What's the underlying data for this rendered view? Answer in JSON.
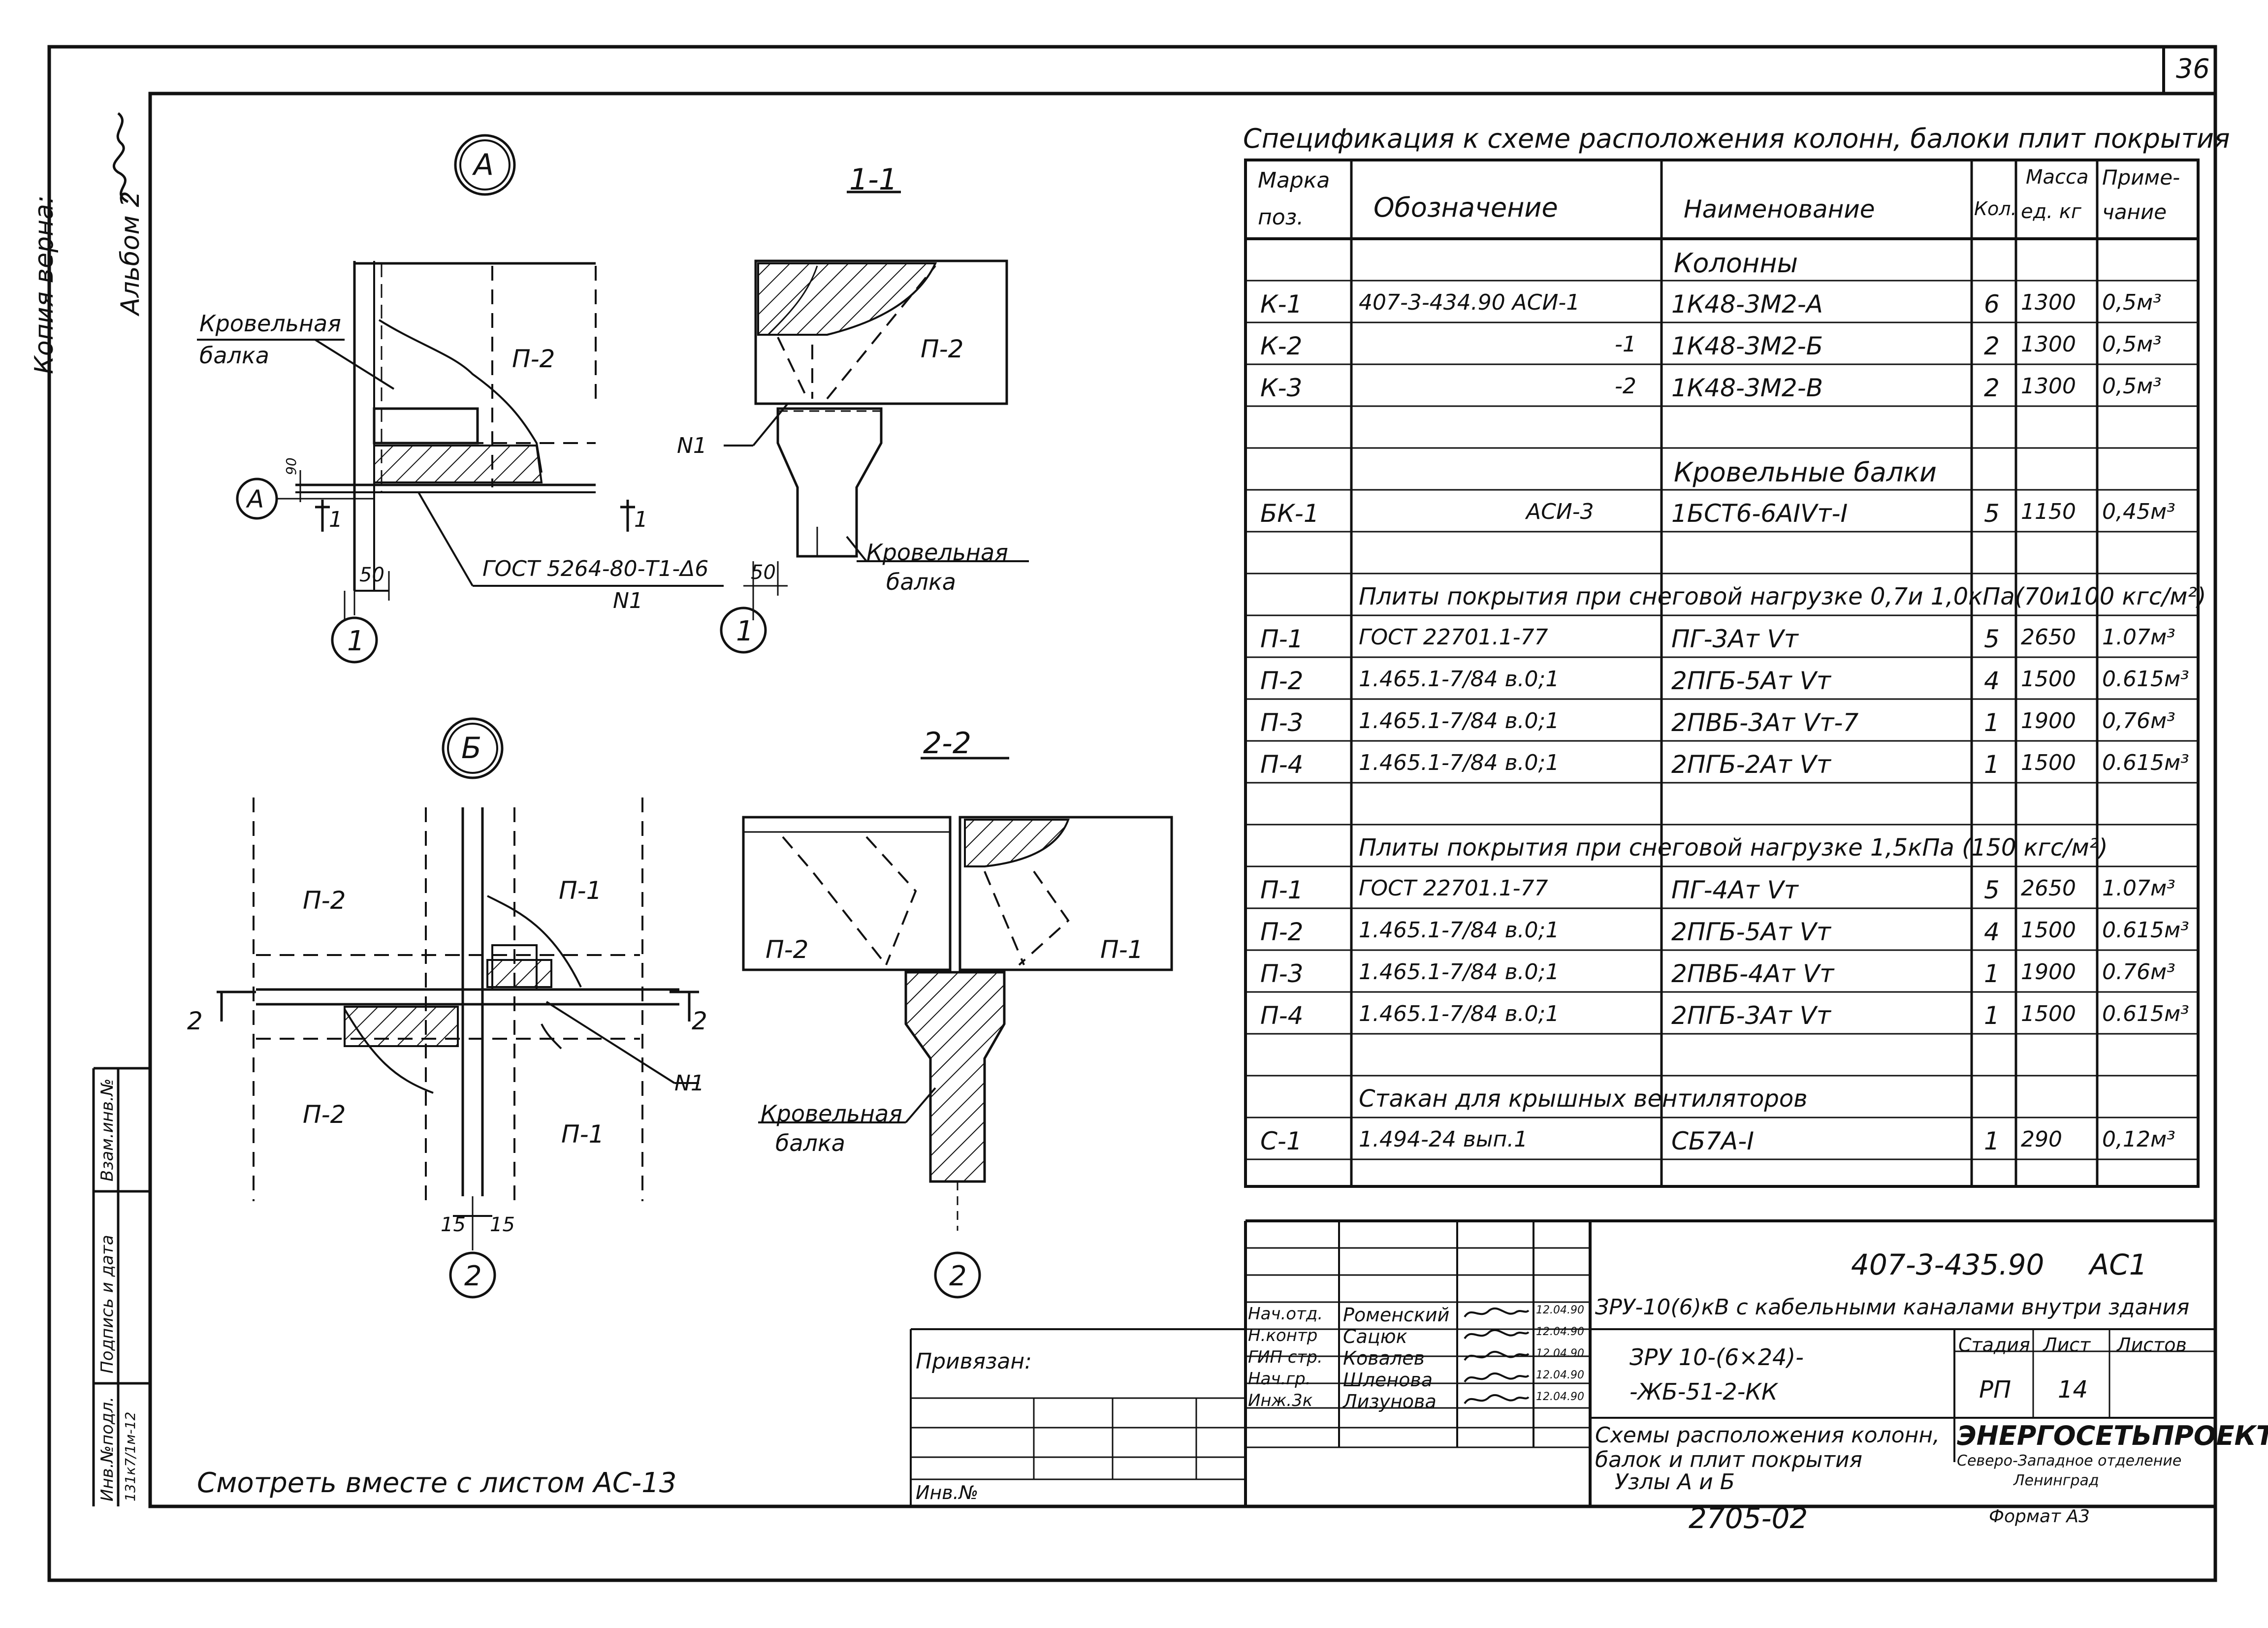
{
  "sheet_number": "36",
  "margin_left": {
    "copy_note": "Копия верна:",
    "album": "Альбом 2"
  },
  "stamp_side": {
    "inv_podl": "Инв.№подл.",
    "podpis_data": "Подпись и дата",
    "vzam_inv": "Взам.инв.№",
    "inv_value": "131к7/1м-12"
  },
  "details": {
    "A": {
      "circle": "A",
      "beam_label_1": "Кровельная",
      "beam_label_2": "балка",
      "slab": "П-2",
      "axis_a": "A",
      "dim_50": "50",
      "dim_90": "90",
      "gost_1": "ГОСТ 5264-80-Т1-Δ6",
      "gost_2": "N1",
      "axis_1": "1",
      "cut_mark_left": "1",
      "cut_mark_right": "1"
    },
    "sec_1_1": {
      "title": "1-1",
      "slab": "П-2",
      "n1": "N1",
      "beam_1": "Кровельная",
      "beam_2": "балка",
      "dim_50": "50",
      "axis_1": "1"
    },
    "B": {
      "circle": "Б",
      "slab_tl": "П-2",
      "slab_tr": "П-1",
      "slab_bl": "П-2",
      "slab_br": "П-1",
      "cut_left": "2",
      "cut_right": "2",
      "n1": "N1",
      "dim_15a": "15",
      "dim_15b": "15",
      "axis_2": "2"
    },
    "sec_2_2": {
      "title": "2-2",
      "slab_left": "П-2",
      "slab_right": "П-1",
      "beam_1": "Кровельная",
      "beam_2": "балка",
      "axis_2": "2"
    }
  },
  "see_also": "Смотреть вместе с листом АС-13",
  "spec": {
    "title": "Спецификация к схеме расположения колонн, балоки плит покрытия",
    "headers": {
      "mark_1": "Марка",
      "mark_2": "поз.",
      "designation": "Обозначение",
      "name": "Наименование",
      "qty": "Кол.",
      "mass_1": "Масса",
      "mass_2": "ед. кг",
      "note_1": "Приме-",
      "note_2": "чание"
    },
    "rows": [
      {
        "mark": "",
        "doc": "",
        "name": "Колонны",
        "qty": "",
        "mass": "",
        "note": "",
        "kind": "section"
      },
      {
        "mark": "К-1",
        "doc": "407-3-434.90      АСИ-1",
        "name": "1К48-3М2-А",
        "qty": "6",
        "mass": "1300",
        "note": "0,5м³"
      },
      {
        "mark": "К-2",
        "doc": "-1",
        "name": "1К48-3М2-Б",
        "qty": "2",
        "mass": "1300",
        "note": "0,5м³"
      },
      {
        "mark": "К-3",
        "doc": "-2",
        "name": "1К48-3М2-В",
        "qty": "2",
        "mass": "1300",
        "note": "0,5м³"
      },
      {
        "mark": "",
        "doc": "",
        "name": "",
        "qty": "",
        "mass": "",
        "note": ""
      },
      {
        "mark": "",
        "doc": "",
        "name": "Кровельные балки",
        "qty": "",
        "mass": "",
        "note": "",
        "kind": "section"
      },
      {
        "mark": "БК-1",
        "doc": "АСИ-3",
        "name": "1БСТ6-6АIVт-I",
        "qty": "5",
        "mass": "1150",
        "note": "0,45м³"
      },
      {
        "mark": "",
        "doc": "",
        "name": "",
        "qty": "",
        "mass": "",
        "note": ""
      },
      {
        "mark": "",
        "doc": "Плиты покрытия при снеговой нагрузке 0,7и 1,0кПа(70и100 кгс/м²)",
        "name": "",
        "qty": "",
        "mass": "",
        "note": "",
        "kind": "wide"
      },
      {
        "mark": "П-1",
        "doc": "ГОСТ 22701.1-77",
        "name": "ПГ-3Ат Vт",
        "qty": "5",
        "mass": "2650",
        "note": "1.07м³"
      },
      {
        "mark": "П-2",
        "doc": "1.465.1-7/84  в.0;1",
        "name": "2ПГБ-5Ат Vт",
        "qty": "4",
        "mass": "1500",
        "note": "0.615м³"
      },
      {
        "mark": "П-3",
        "doc": "1.465.1-7/84  в.0;1",
        "name": "2ПВБ-3Ат Vт-7",
        "qty": "1",
        "mass": "1900",
        "note": "0,76м³"
      },
      {
        "mark": "П-4",
        "doc": "1.465.1-7/84  в.0;1",
        "name": "2ПГБ-2Ат Vт",
        "qty": "1",
        "mass": "1500",
        "note": "0.615м³"
      },
      {
        "mark": "",
        "doc": "",
        "name": "",
        "qty": "",
        "mass": "",
        "note": ""
      },
      {
        "mark": "",
        "doc": "Плиты покрытия при снеговой нагрузке 1,5кПа (150 кгс/м²)",
        "name": "",
        "qty": "",
        "mass": "",
        "note": "",
        "kind": "wide"
      },
      {
        "mark": "П-1",
        "doc": "ГОСТ 22701.1-77",
        "name": "ПГ-4Ат Vт",
        "qty": "5",
        "mass": "2650",
        "note": "1.07м³"
      },
      {
        "mark": "П-2",
        "doc": "1.465.1-7/84  в.0;1",
        "name": "2ПГБ-5Ат Vт",
        "qty": "4",
        "mass": "1500",
        "note": "0.615м³"
      },
      {
        "mark": "П-3",
        "doc": "1.465.1-7/84  в.0;1",
        "name": "2ПВБ-4Ат Vт",
        "qty": "1",
        "mass": "1900",
        "note": "0.76м³"
      },
      {
        "mark": "П-4",
        "doc": "1.465.1-7/84  в.0;1",
        "name": "2ПГБ-3Ат Vт",
        "qty": "1",
        "mass": "1500",
        "note": "0.615м³"
      },
      {
        "mark": "",
        "doc": "",
        "name": "",
        "qty": "",
        "mass": "",
        "note": ""
      },
      {
        "mark": "",
        "doc": "Стакан для крышных вентиляторов",
        "name": "",
        "qty": "",
        "mass": "",
        "note": "",
        "kind": "wide"
      },
      {
        "mark": "С-1",
        "doc": "1.494-24      вып.1",
        "name": "СБ7А-I",
        "qty": "1",
        "mass": "290",
        "note": "0,12м³"
      },
      {
        "mark": "",
        "doc": "",
        "name": "",
        "qty": "",
        "mass": "",
        "note": ""
      }
    ]
  },
  "title_block": {
    "code": "407-3-435.90     АС1",
    "project": "ЗРУ-10(6)кВ с кабельными каналами внутри здания",
    "sub_1": "ЗРУ 10-(6×24)-",
    "sub_2": "-ЖБ-51-2-КК",
    "stage_label": "Стадия",
    "sheet_label": "Лист",
    "sheets_label": "Листов",
    "stage": "РП",
    "sheet": "14",
    "sheets": "",
    "drawing_1": "Схемы расположения колонн,",
    "drawing_2": "балок и плит покрытия",
    "drawing_3": "Узлы А и Б",
    "org_1": "ЭНЕРГОСЕТЬПРОЕКТ",
    "org_2": "Северо-Западное отделение",
    "org_3": "Ленинград",
    "privyazan": "Привязан:",
    "inv": "Инв.№",
    "signers": [
      {
        "role": "Нач.отд.",
        "name": "Роменский",
        "date": "12.04.90"
      },
      {
        "role": "Н.контр",
        "name": "Сацюк",
        "date": "12.04.90"
      },
      {
        "role": "ГИП стр.",
        "name": "Ковалев",
        "date": "12.04.90"
      },
      {
        "role": "Нач.гр.",
        "name": "Шленова",
        "date": "12.04.90"
      },
      {
        "role": "Инж.3к",
        "name": "Лизунова",
        "date": "12.04.90"
      }
    ],
    "archive": "2705-02",
    "format": "Формат А3"
  },
  "colors": {
    "ink": "#111111",
    "paper": "#ffffff"
  }
}
